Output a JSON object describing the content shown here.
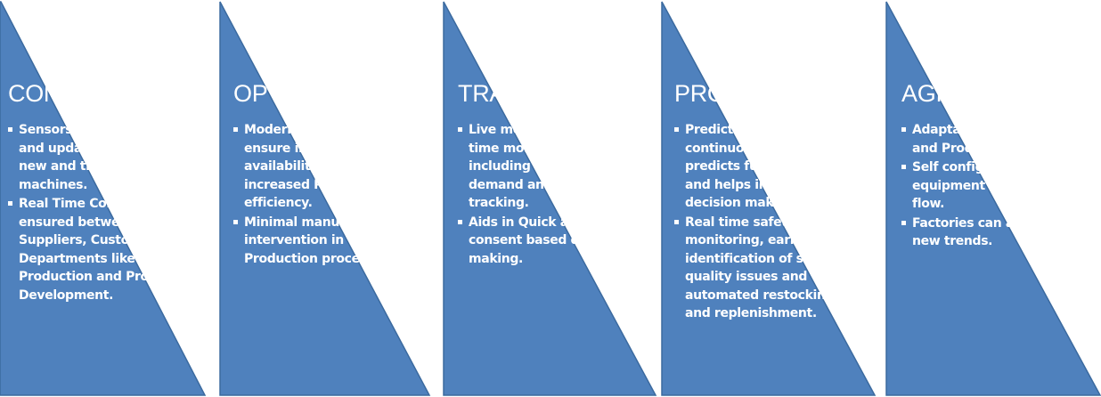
{
  "colors": {
    "chevron_fill": "#4f81bd",
    "chevron_stroke": "#3b6a9f",
    "text": "#ffffff"
  },
  "stages": [
    {
      "title": "CONNECTED",
      "bullets": [
        "Sensors continuously pull and update data from new and traditional machines.",
        "Real Time Collaboration is ensured between Suppliers, Customers and Departments like Production and Product Development."
      ]
    },
    {
      "title": "OPTIMIZED",
      "bullets": [
        "Modern technologies ensure increased Asset availability and increased Production efficiency.",
        "Minimal manual intervention in Production processes."
      ]
    },
    {
      "title": "TRANSPARENT",
      "bullets": [
        "Live metrics through real time monitoring including customer demand and order tracking.",
        "Aids in Quick and consent based decision making."
      ]
    },
    {
      "title": "PROACTIVE",
      "bullets": [
        "Predictive Analytics uses continuous data and predicts future outcomes and helps in Proactive decision making.",
        "Real time safety stock monitoring,  early identification of supplier quality issues and automated  restocking and replenishment."
      ]
    },
    {
      "title": "AGILE",
      "bullets": [
        "Adaptable to schedule and Production changes.",
        "Self configuration of equipment and material flow.",
        "Factories can adapt to new  trends."
      ]
    }
  ]
}
